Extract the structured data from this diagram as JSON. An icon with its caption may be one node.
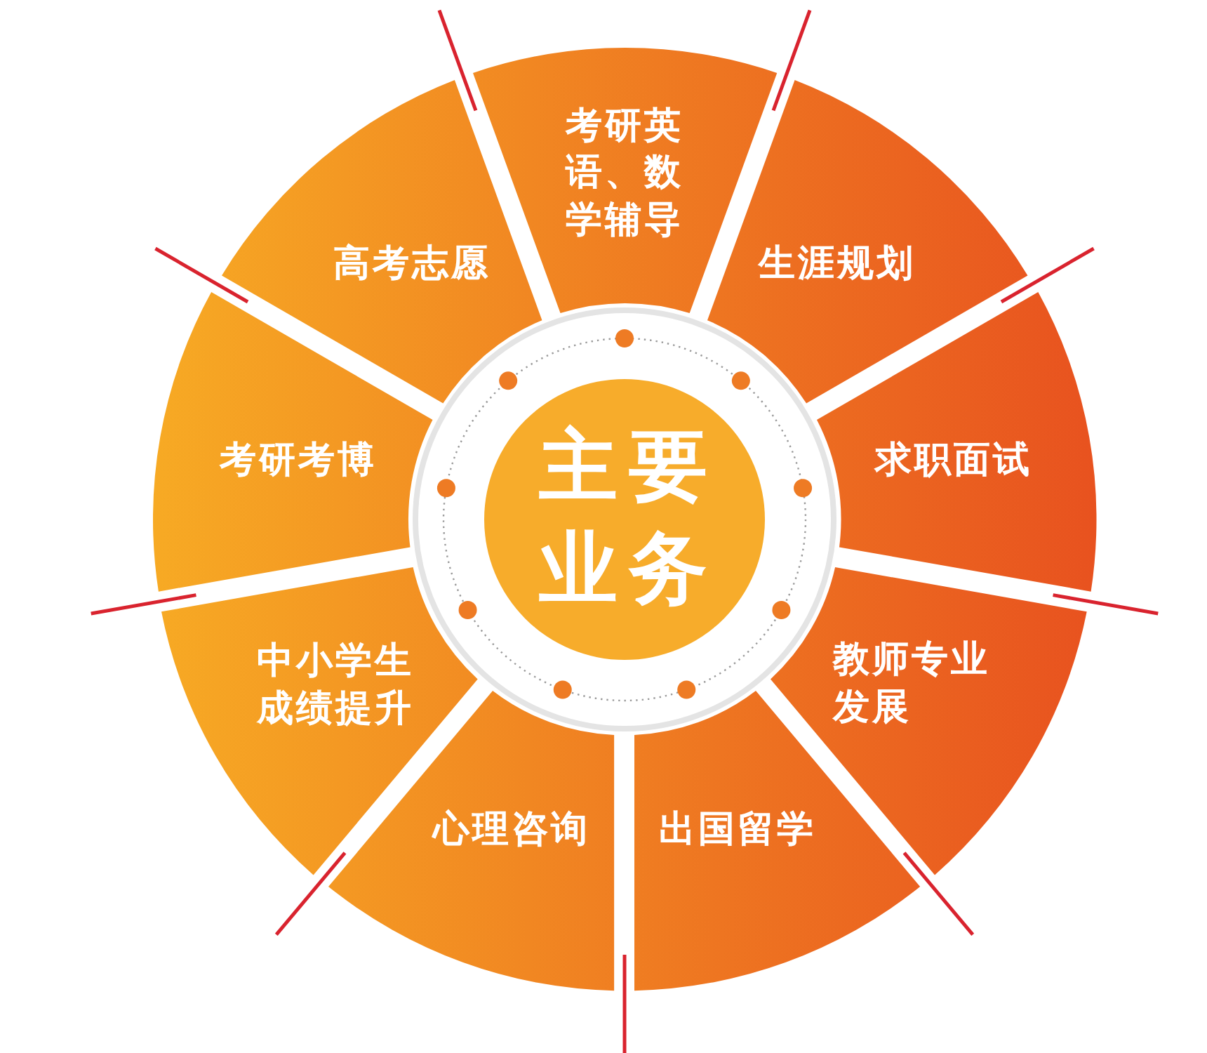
{
  "diagram": {
    "nodes": [
      {
        "text": [
          "主要业务"
        ]
      },
      {
        "text": [
          "考研英语、数学辅导"
        ]
      },
      {
        "text": [
          "生涯规划"
        ]
      },
      {
        "text": [
          "求职面试"
        ]
      },
      {
        "text": [
          "教师专业发展"
        ]
      },
      {
        "text": [
          "出国留学"
        ]
      },
      {
        "text": [
          "心理咨询"
        ]
      },
      {
        "text": [
          "中小学生成绩提升"
        ]
      },
      {
        "text": [
          "考研考博"
        ]
      },
      {
        "text": [
          "高考志愿"
        ]
      }
    ]
  }
}
